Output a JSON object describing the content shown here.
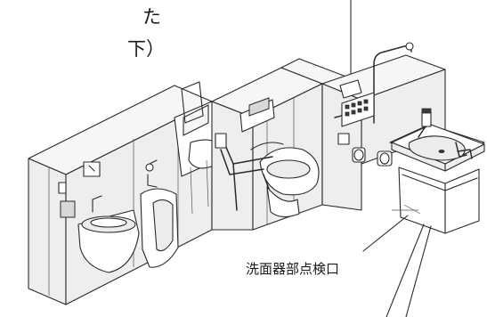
{
  "caption": {
    "line1": "た",
    "line2": "下）"
  },
  "callout": {
    "label": "洗面器部点検口"
  }
}
